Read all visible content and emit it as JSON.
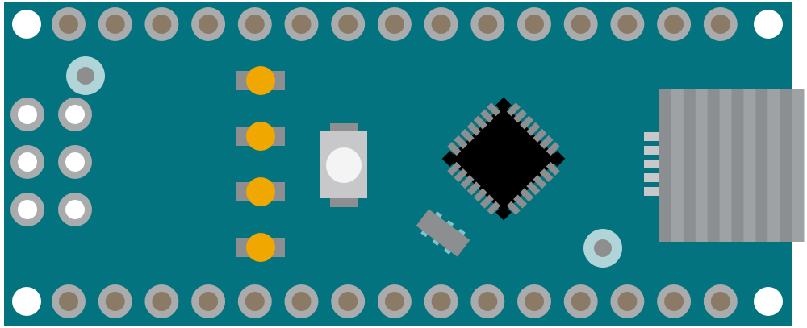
{
  "board": {
    "colors": {
      "pcb": "#02737f",
      "header_ring": "#a9abac",
      "header_pad": "#8a7a66",
      "mount_hole": "#ffffff",
      "icsp_ring": "#a9abac",
      "icsp_pad": "#ffffff",
      "standoff_ring": "#b0d4d8",
      "standoff_pad": "#8e8e8e",
      "led": "#f0a800",
      "led_pad": "#8c8e8f",
      "button_body": "#c8c8ca",
      "button_cap": "#f4f4f4",
      "chip_body": "#000000",
      "chip_pins": "#8c8e8f",
      "crystal": "#8c8e8f",
      "crystal_pads": "#7fc4cc",
      "usb_dark": "#8b8f91",
      "usb_light": "#9ea2a4",
      "usb_pins": "#c8c8ca"
    },
    "header_pins_per_row": 15,
    "leds": 4,
    "chip_pins_per_side": 7,
    "usb_pins": 5
  }
}
